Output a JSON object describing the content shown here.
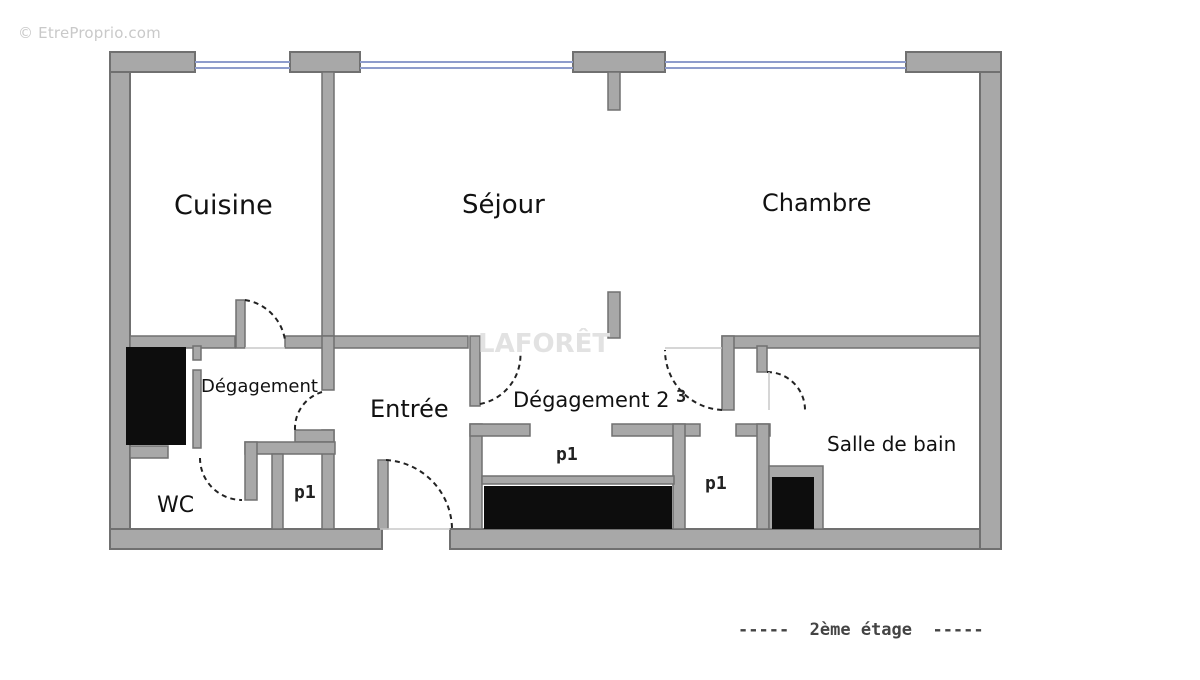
{
  "watermark": "© EtreProprio.com",
  "logo_text": "LAFORÊT",
  "colors": {
    "wall_fill": "#a8a8a8",
    "wall_stroke": "#707070",
    "cabinet": "#0d0d0d",
    "window": "#8e9ccc",
    "door_arc": "#222222"
  },
  "rooms": {
    "cuisine": "Cuisine",
    "sejour": "Séjour",
    "chambre": "Chambre",
    "degagement": "Dégagement",
    "entree": "Entrée",
    "degagement2": "Dégagement 2",
    "salle_de_bain": "Salle de bain",
    "wc": "WC"
  },
  "placards": {
    "p1_a": "p1",
    "p1_b": "p1",
    "p1_c": "p1"
  },
  "door_number": "3",
  "caption": "-----  2ème étage  -----"
}
